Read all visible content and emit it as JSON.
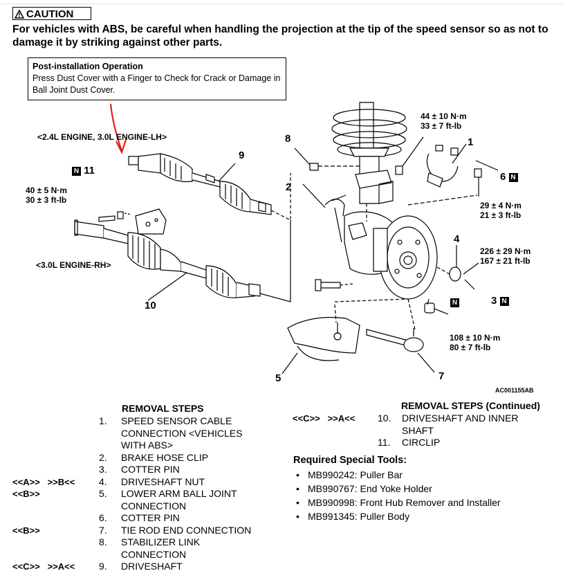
{
  "caution": {
    "title": "CAUTION",
    "text": "For vehicles with ABS, be careful when handling the projection at the tip of the speed sensor so as not to damage it by striking against other parts."
  },
  "post_installation": {
    "title": "Post-installation Operation",
    "text": "Press Dust Cover with a Finger to Check for Crack or Damage in Ball Joint Dust Cover."
  },
  "diagram": {
    "label_24_lh": "<2.4L ENGINE, 3.0L ENGINE-LH>",
    "label_30_rh": "<3.0L ENGINE-RH>",
    "torque_top_1": "44 ± 10 N·m",
    "torque_top_2": "33 ± 7 ft-lb",
    "torque_left_1": "40 ± 5 N·m",
    "torque_left_2": "30 ± 3 ft-lb",
    "torque_right1_1": "29 ± 4 N·m",
    "torque_right1_2": "21 ± 3 ft-lb",
    "torque_right2_1": "226 ± 29 N·m",
    "torque_right2_2": "167 ± 21 ft-lb",
    "torque_bottom_1": "108 ± 10 N·m",
    "torque_bottom_2": "80 ± 7 ft-lb",
    "n1": "1",
    "n2": "2",
    "n3": "3",
    "n4": "4",
    "n5": "5",
    "n6": "6",
    "n7": "7",
    "n8": "8",
    "n9": "9",
    "n10": "10",
    "n11": "11",
    "badge": "N",
    "code": "AC001155AB",
    "annotation_color": "#e02020"
  },
  "removal": {
    "title": "REMOVAL STEPS",
    "steps": [
      {
        "tags": "",
        "num": "1.",
        "text": "SPEED SENSOR CABLE"
      },
      {
        "tags": "",
        "num": "",
        "text": "CONNECTION <VEHICLES"
      },
      {
        "tags": "",
        "num": "",
        "text": "WITH ABS>"
      },
      {
        "tags": "",
        "num": "2.",
        "text": "BRAKE HOSE CLIP"
      },
      {
        "tags": "",
        "num": "3.",
        "text": "COTTER PIN"
      },
      {
        "tags": "<<A>>   >>B<<",
        "num": "4.",
        "text": "DRIVESHAFT NUT"
      },
      {
        "tags": "<<B>>",
        "num": "5.",
        "text": "LOWER ARM BALL JOINT"
      },
      {
        "tags": "",
        "num": "",
        "text": "CONNECTION"
      },
      {
        "tags": "",
        "num": "6.",
        "text": "COTTER PIN"
      },
      {
        "tags": "<<B>>",
        "num": "7.",
        "text": "TIE ROD END CONNECTION"
      },
      {
        "tags": "",
        "num": "8.",
        "text": "STABILIZER LINK"
      },
      {
        "tags": "",
        "num": "",
        "text": "CONNECTION"
      },
      {
        "tags": "<<C>>   >>A<<",
        "num": "9.",
        "text": "DRIVESHAFT"
      }
    ]
  },
  "removal_cont": {
    "title": "REMOVAL STEPS (Continued)",
    "steps": [
      {
        "tags": "<<C>>   >>A<<",
        "num": "10.",
        "text": "DRIVESHAFT AND INNER"
      },
      {
        "tags": "",
        "num": "",
        "text": "SHAFT"
      },
      {
        "tags": "",
        "num": "11.",
        "text": "CIRCLIP"
      }
    ]
  },
  "tools": {
    "title": "Required Special Tools:",
    "items": [
      "MB990242: Puller Bar",
      "MB990767: End Yoke Holder",
      "MB990998: Front Hub Remover and Installer",
      "MB991345: Puller Body"
    ]
  }
}
